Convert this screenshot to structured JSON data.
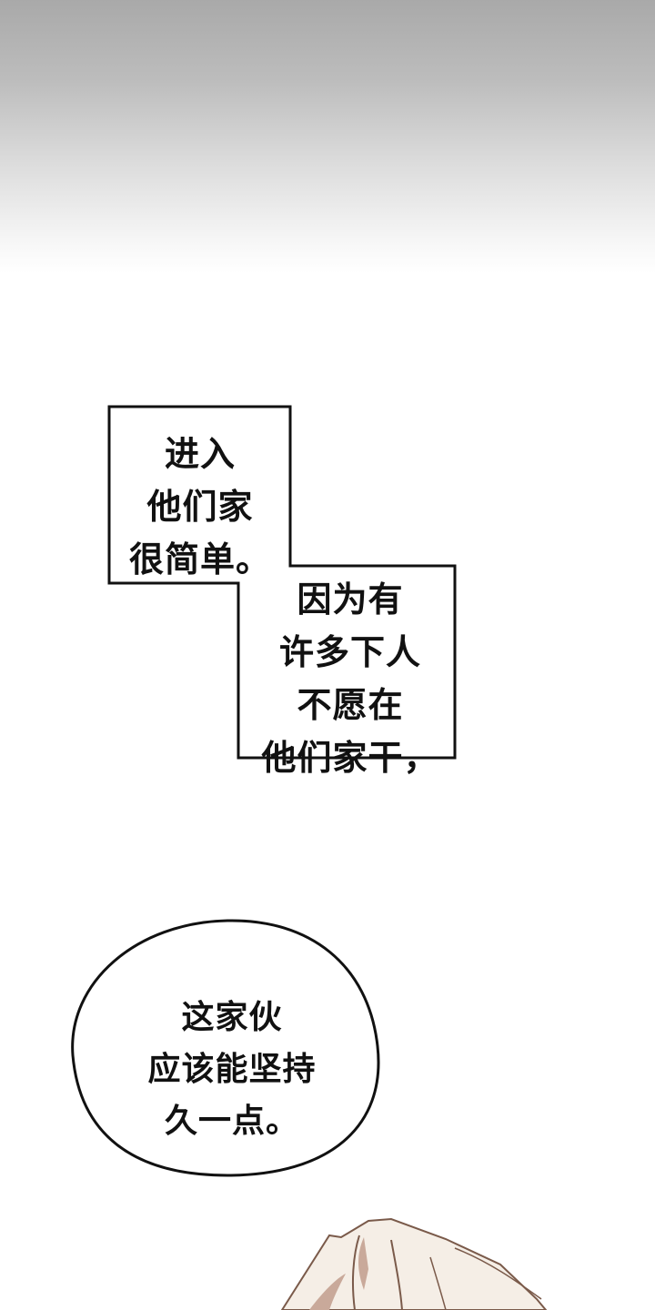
{
  "panels": {
    "top_fade": {
      "from_color": "#a9a9a9",
      "to_color": "#ffffff"
    },
    "caption_box": {
      "first": [
        "进入",
        "他们家",
        "很简单。"
      ],
      "second": [
        "因为有",
        "许多下人",
        "不愿在",
        "他们家干，"
      ]
    },
    "speech_bubble": {
      "lines": [
        "这家伙",
        "应该能坚持",
        "久一点。"
      ]
    },
    "character": {
      "description": "light-haired character head (partial, bottom right)",
      "line_color": "#7a5a4a",
      "fill_color": "#f5eee6"
    }
  }
}
